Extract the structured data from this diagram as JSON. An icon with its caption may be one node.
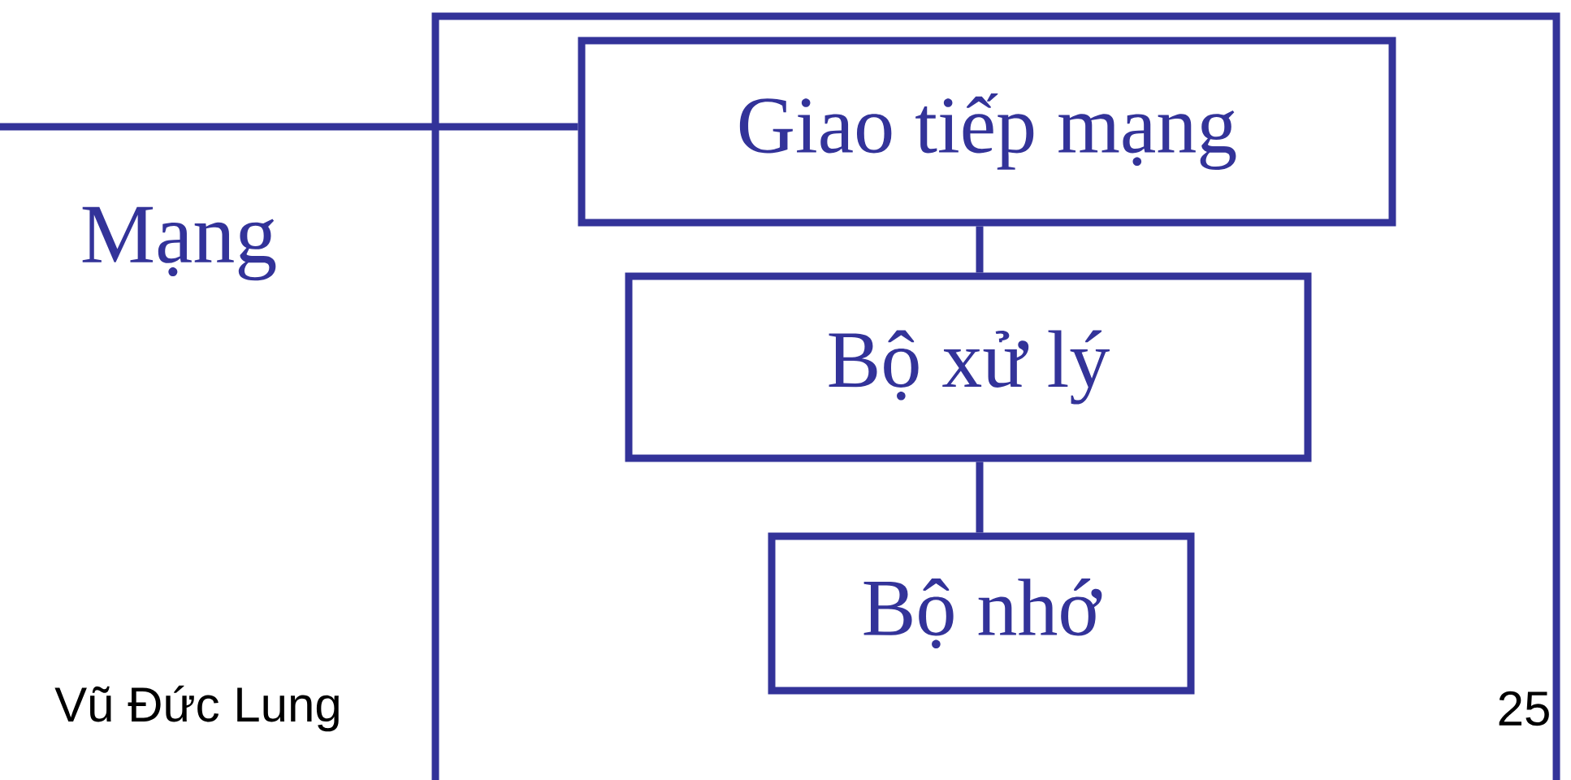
{
  "diagram": {
    "nodes": [
      {
        "text": [],
        "shape": "box"
      },
      {
        "text": [
          "Giao tiếp mạng"
        ],
        "in": 0
      },
      {
        "text": [
          "Bộ xử lý"
        ],
        "in": 0
      },
      {
        "text": [
          "Bộ nhớ"
        ],
        "in": 0
      }
    ],
    "edges": [
      {
        "from": null,
        "to": 1,
        "arrow": "none"
      },
      {
        "from": 1,
        "to": 2,
        "arrow": "none"
      },
      {
        "from": 2,
        "to": 3,
        "arrow": "none"
      }
    ],
    "labels": [
      "Mạng",
      "Vũ Đức Lung",
      "25"
    ]
  }
}
